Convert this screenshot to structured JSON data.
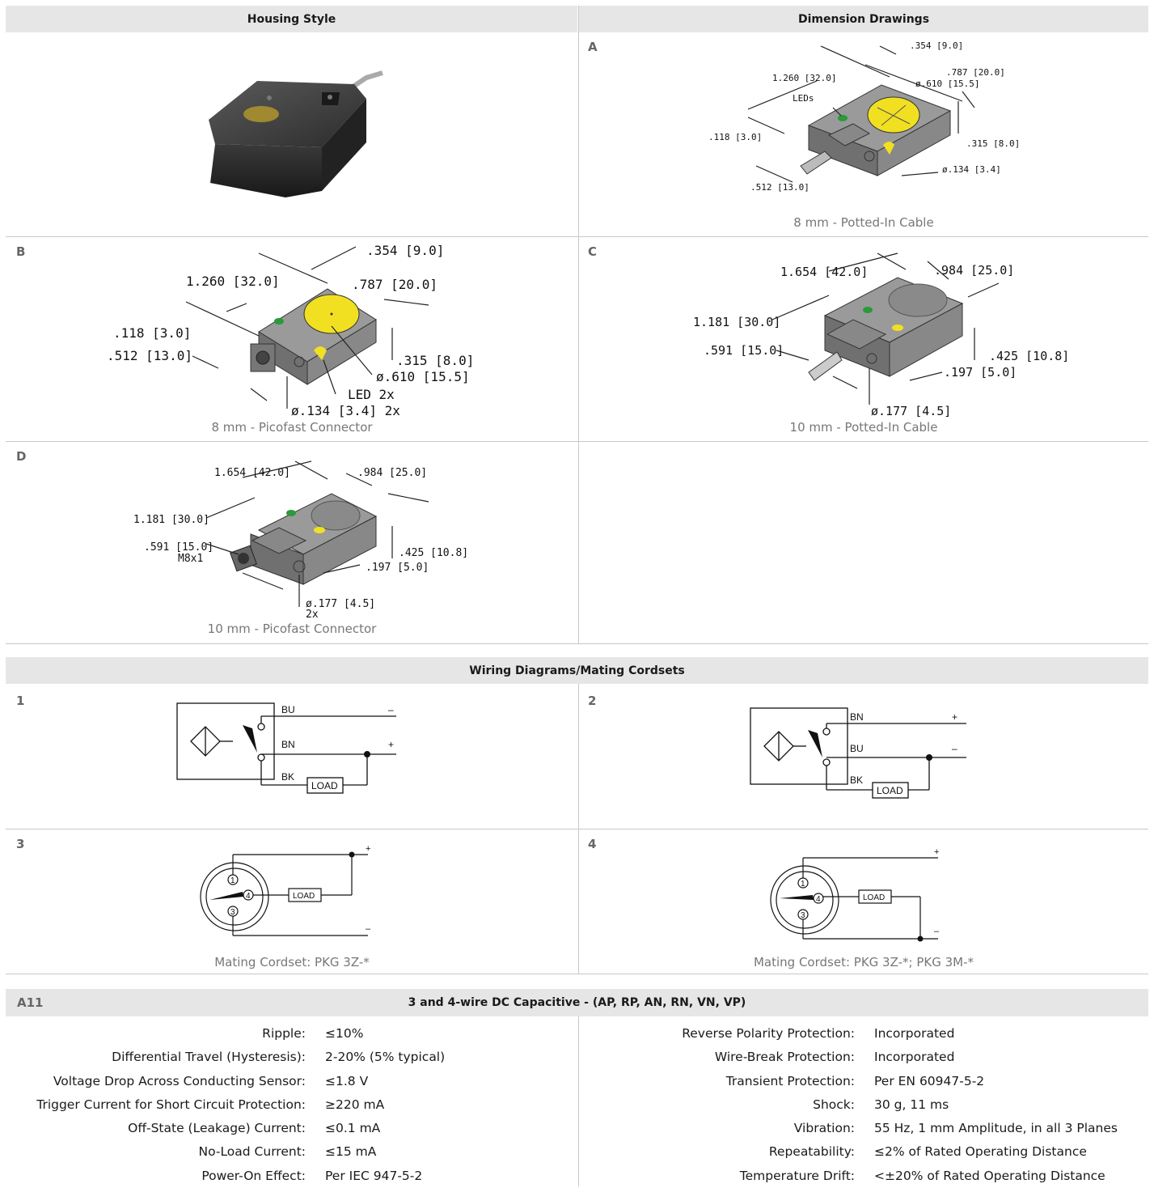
{
  "header": {
    "housing_style": "Housing Style",
    "dimension_drawings": "Dimension Drawings"
  },
  "drawings": {
    "a": {
      "label": "A",
      "caption": "8 mm - Potted-In Cable",
      "dims": {
        "d1": ".354 [9.0]",
        "d2": ".787 [20.0]",
        "d3": "ø.610 [15.5]",
        "d4": "1.260 [32.0]",
        "d5": "LEDs",
        "d6": ".118 [3.0]",
        "d7": ".315 [8.0]",
        "d8": "ø.134 [3.4]",
        "d9": ".512 [13.0]"
      }
    },
    "b": {
      "label": "B",
      "caption": "8 mm - Picofast Connector",
      "dims": {
        "d1": ".354 [9.0]",
        "d2": "1.260 [32.0]",
        "d3": ".787 [20.0]",
        "d4": ".118 [3.0]",
        "d5": ".512 [13.0]",
        "d6": ".315 [8.0]",
        "d7": "ø.610 [15.5]",
        "d8": "LED 2x",
        "d9": "ø.134 [3.4] 2x"
      }
    },
    "c": {
      "label": "C",
      "caption": "10 mm - Potted-In Cable",
      "dims": {
        "d1": "1.654 [42.0]",
        "d2": ".984 [25.0]",
        "d3": "1.181 [30.0]",
        "d4": ".591 [15.0]",
        "d5": ".425 [10.8]",
        "d6": ".197 [5.0]",
        "d7": "ø.177 [4.5]"
      }
    },
    "d": {
      "label": "D",
      "caption": "10 mm - Picofast Connector",
      "dims": {
        "d1": "1.654 [42.0]",
        "d2": ".984 [25.0]",
        "d3": "1.181 [30.0]",
        "d4": ".591 [15.0]",
        "d5": "M8x1",
        "d6": ".425 [10.8]",
        "d7": ".197 [5.0]",
        "d8": "ø.177 [4.5]",
        "d9": "2x"
      }
    }
  },
  "wiring": {
    "title": "Wiring Diagrams/Mating Cordsets",
    "d1": {
      "label": "1",
      "w1": "BU",
      "w2": "BN",
      "w3": "BK",
      "s1": "–",
      "s2": "+",
      "load": "LOAD"
    },
    "d2": {
      "label": "2",
      "w1": "BN",
      "w2": "BU",
      "w3": "BK",
      "s1": "+",
      "s2": "–",
      "load": "LOAD"
    },
    "d3": {
      "label": "3",
      "p1": "1",
      "p2": "4",
      "p3": "3",
      "plus": "+",
      "minus": "–",
      "load": "LOAD",
      "caption": "Mating Cordset: PKG 3Z-*"
    },
    "d4": {
      "label": "4",
      "p1": "1",
      "p2": "4",
      "p3": "3",
      "plus": "+",
      "minus": "–",
      "load": "LOAD",
      "caption": "Mating Cordset: PKG 3Z-*; PKG 3M-*"
    }
  },
  "specs": {
    "code": "A11",
    "title": "3 and 4-wire DC Capacitive - (AP, RP, AN, RN, VN, VP)",
    "left": [
      {
        "k": "Ripple:",
        "v": "≤10%"
      },
      {
        "k": "Differential Travel (Hysteresis):",
        "v": "2-20% (5% typical)"
      },
      {
        "k": "Voltage Drop Across Conducting Sensor:",
        "v": "≤1.8 V"
      },
      {
        "k": "Trigger Current for Short Circuit Protection:",
        "v": "≥220 mA"
      },
      {
        "k": "Off-State (Leakage) Current:",
        "v": "≤0.1 mA"
      },
      {
        "k": "No-Load Current:",
        "v": "≤15 mA"
      },
      {
        "k": "Power-On Effect:",
        "v": "Per IEC 947-5-2"
      }
    ],
    "right": [
      {
        "k": "Reverse Polarity Protection:",
        "v": "Incorporated"
      },
      {
        "k": "Wire-Break Protection:",
        "v": "Incorporated"
      },
      {
        "k": "Transient Protection:",
        "v": "Per EN 60947-5-2"
      },
      {
        "k": "Shock:",
        "v": "30 g, 11 ms"
      },
      {
        "k": "Vibration:",
        "v": "55 Hz, 1 mm Amplitude, in all 3 Planes"
      },
      {
        "k": "Repeatability:",
        "v": "≤2% of Rated Operating Distance"
      },
      {
        "k": "Temperature Drift:",
        "v": "<±20% of Rated Operating Distance"
      }
    ]
  }
}
